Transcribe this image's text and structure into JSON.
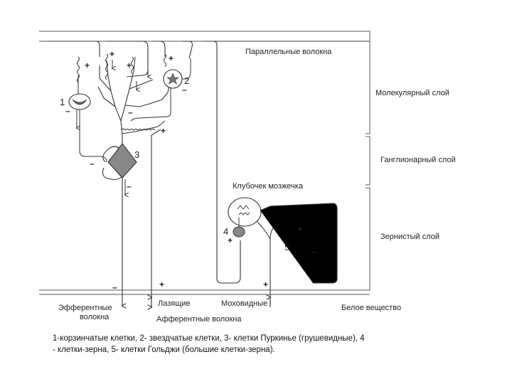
{
  "layers": {
    "molecular": "Молекулярный слой",
    "ganglionic": "Ганглионарный слой",
    "granular": "Зернистый слой",
    "white_matter": "Белое вещество"
  },
  "labels": {
    "parallel_fibers": "Параллельные волокна",
    "glomerulus": "Клубочек мозжечка",
    "efferent_line1": "Эфферентные",
    "efferent_line2": "волокна",
    "climbing": "Лазящие",
    "mossy": "Моховидные",
    "afferent": "Афферентные волокна"
  },
  "numbers": {
    "n1": "1",
    "n2": "2",
    "n3": "3",
    "n4": "4",
    "n5": "5"
  },
  "signs": {
    "plus": "+",
    "minus": "–"
  },
  "caption": {
    "line1": "1-корзинчатые клетки, 2- звездчатые клетки, 3- клетки Пуркинье (грушевидные), 4",
    "line2": "- клетки-зерна, 5- клетки Гольджи (большие клетки-зерна)."
  },
  "colors": {
    "stroke": "#333333",
    "cell_fill": "#888888",
    "background": "#ffffff"
  }
}
